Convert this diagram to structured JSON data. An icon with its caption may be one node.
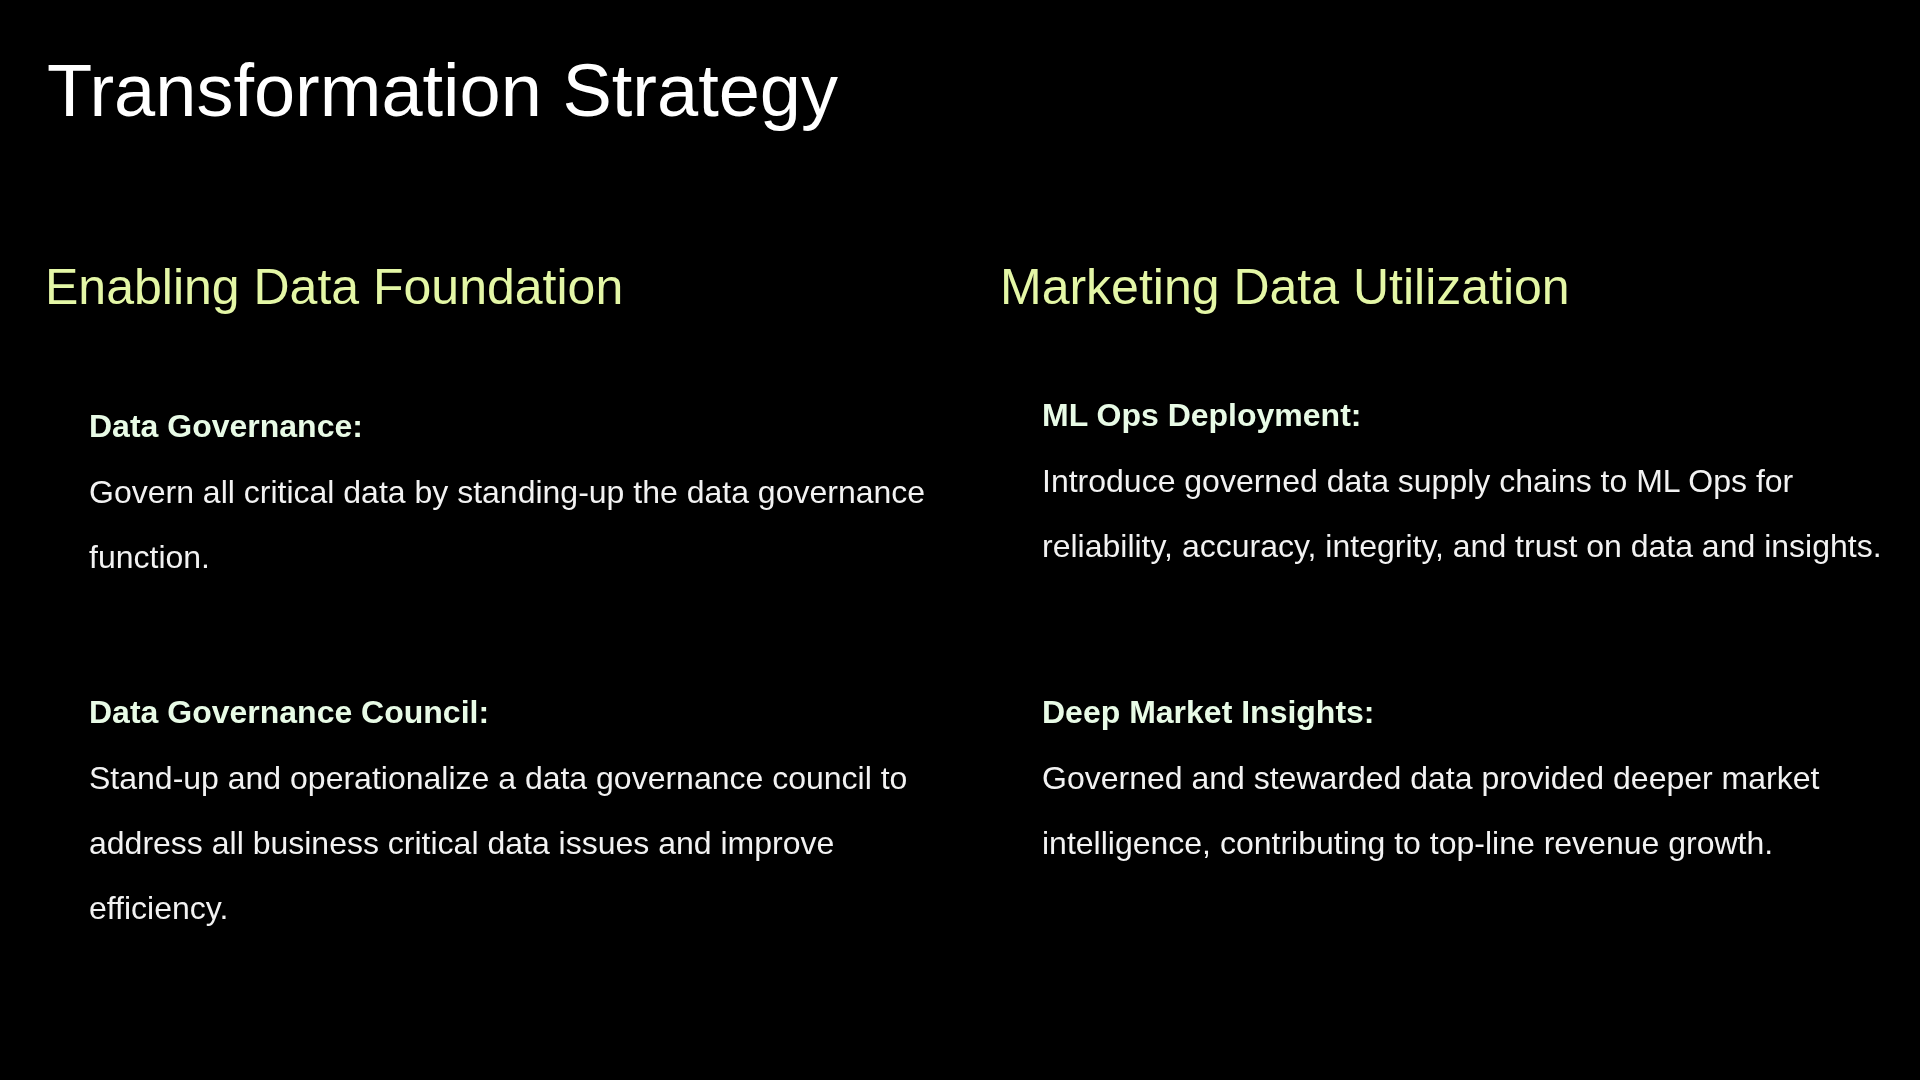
{
  "diagram": {
    "title": "Transformation Strategy",
    "labels": [
      "Enabling Data Foundation",
      "Data Governance:",
      "Govern all critical data by standing-up the data governance function.",
      "Data Governance Council:",
      "Stand-up and operationalize a data governance council to address all business critical data issues and improve efficiency.",
      "Marketing Data Utilization",
      "ML Ops Deployment:",
      "Introduce governed data supply chains to ML Ops for reliability, accuracy, integrity, and trust on data and insights.",
      "Deep Market Insights:",
      "Governed and stewarded data provided deeper market intelligence, contributing to top-line revenue growth."
    ]
  }
}
